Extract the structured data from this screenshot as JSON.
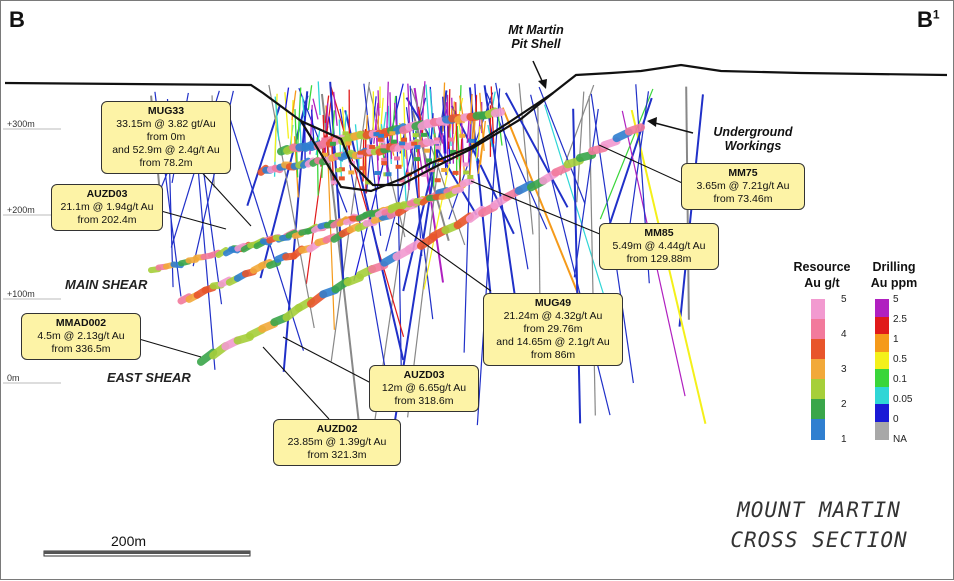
{
  "section": {
    "left_label": "B",
    "right_label": "B",
    "right_label_suffix": "1"
  },
  "elevations": [
    "+300m",
    "+200m",
    "+100m",
    "0m"
  ],
  "labels": {
    "pit_shell_line1": "Mt Martin",
    "pit_shell_line2": "Pit Shell",
    "underground_line1": "Underground",
    "underground_line2": "Workings",
    "main_shear": "MAIN SHEAR",
    "east_shear": "EAST SHEAR"
  },
  "callouts": {
    "mug33": {
      "hole": "MUG33",
      "l1": "33.15m @ 3.82 gt/Au",
      "l2": "from 0m",
      "l3": "and 52.9m @ 2.4g/t Au",
      "l4": "from 78.2m"
    },
    "auzd03_a": {
      "hole": "AUZD03",
      "l1": "21.1m @ 1.94g/t Au",
      "l2": "from 202.4m"
    },
    "mm75": {
      "hole": "MM75",
      "l1": "3.65m @ 7.21g/t Au",
      "l2": "from 73.46m"
    },
    "mm85": {
      "hole": "MM85",
      "l1": "5.49m @ 4.44g/t Au",
      "l2": "from 129.88m"
    },
    "mug49": {
      "hole": "MUG49",
      "l1": "21.24m @ 4.32g/t Au",
      "l2": "from 29.76m",
      "l3": "and 14.65m @ 2.1g/t Au",
      "l4": "from 86m"
    },
    "mmad002": {
      "hole": "MMAD002",
      "l1": "4.5m @ 2.13g/t Au",
      "l2": "from 336.5m"
    },
    "auzd03_b": {
      "hole": "AUZD03",
      "l1": "12m @ 6.65g/t Au",
      "l2": "from 318.6m"
    },
    "auzd02": {
      "hole": "AUZD02",
      "l1": "23.85m @ 1.39g/t Au",
      "l2": "from 321.3m"
    }
  },
  "legend": {
    "resource": {
      "title1": "Resource",
      "title2": "Au g/t",
      "ticks": [
        "5",
        "4",
        "3",
        "2",
        "1"
      ],
      "colors": [
        "#f29ad0",
        "#f27a9c",
        "#e8552b",
        "#f2a93a",
        "#a6cf3a",
        "#3aa64a",
        "#2f7fd0"
      ]
    },
    "drilling": {
      "title1": "Drilling",
      "title2": "Au ppm",
      "ticks": [
        "5",
        "2.5",
        "1",
        "0.5",
        "0.1",
        "0.05",
        "0",
        "NA"
      ],
      "colors": [
        "#b020c0",
        "#e01a1a",
        "#f59a1a",
        "#f4f01a",
        "#3ad63a",
        "#2fd6d6",
        "#1a1ad6",
        "#a8a8a8"
      ]
    }
  },
  "scale_bar": {
    "label": "200m"
  },
  "title": {
    "line1": "MOUNT MARTIN",
    "line2": "CROSS SECTION"
  }
}
